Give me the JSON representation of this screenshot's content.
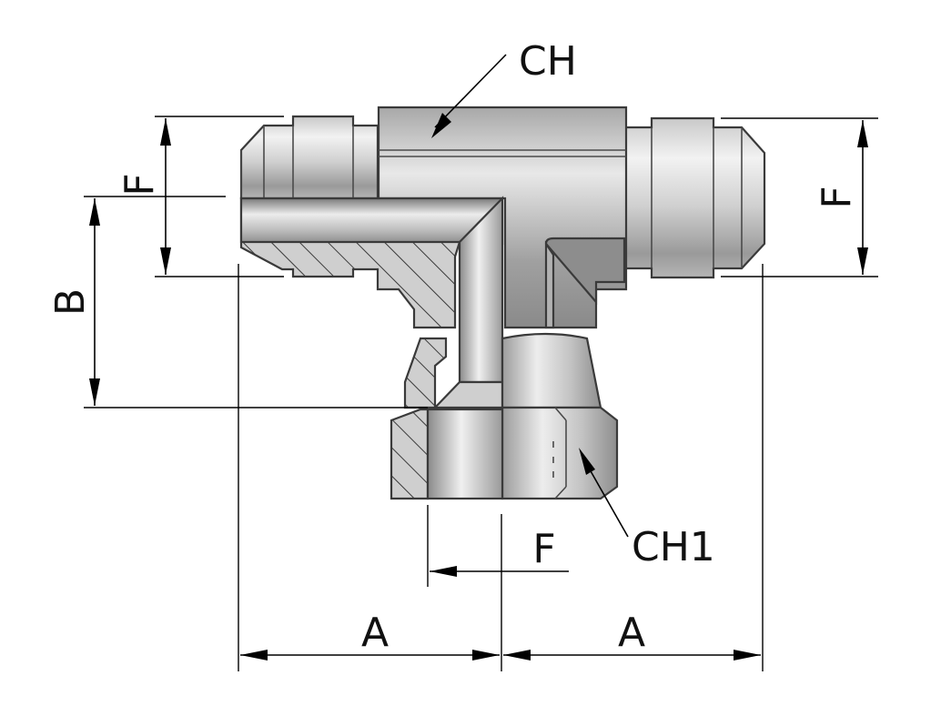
{
  "labels": {
    "ch": "CH",
    "ch1": "CH1",
    "f_left": "F",
    "f_right": "F",
    "f_bottom": "F",
    "b": "B",
    "a_left": "A",
    "a_right": "A"
  },
  "colors": {
    "steel_light": "#e4e4e4",
    "steel_mid": "#b8b8b8",
    "steel_dark": "#8c8c8c",
    "section": "#cfcfcf",
    "line": "#000000"
  }
}
